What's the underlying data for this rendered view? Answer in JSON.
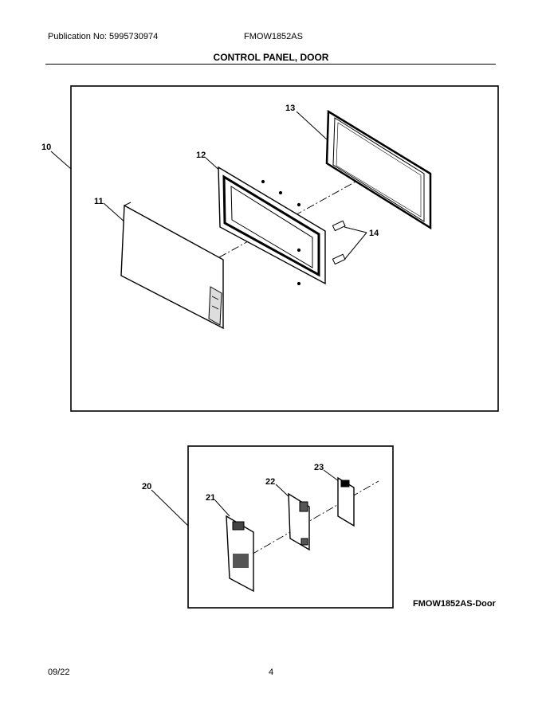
{
  "header": {
    "publication": "Publication No: 5995730974",
    "model": "FMOW1852AS",
    "section_title": "CONTROL PANEL, DOOR"
  },
  "callouts": {
    "c10": "10",
    "c11": "11",
    "c12": "12",
    "c13": "13",
    "c14": "14",
    "c20": "20",
    "c21": "21",
    "c22": "22",
    "c23": "23"
  },
  "figure_caption": "FMOW1852AS-Door",
  "footer": {
    "date": "09/22",
    "page": "4"
  }
}
